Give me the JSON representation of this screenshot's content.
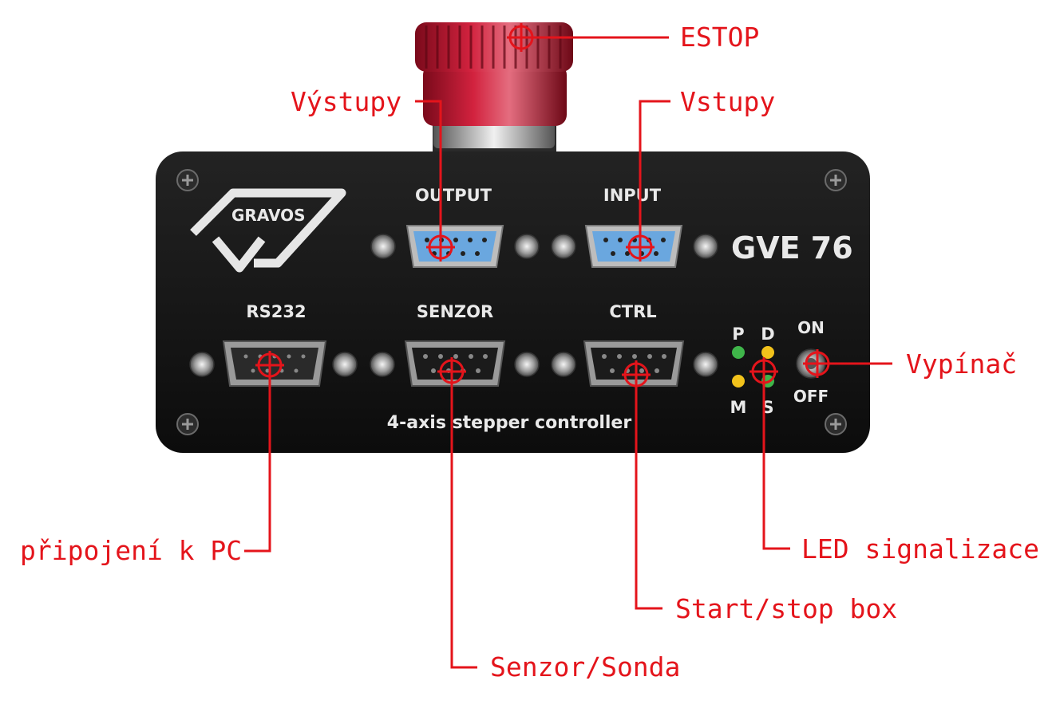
{
  "device": {
    "brand": "GRAVOS",
    "model": "GVE 76",
    "subtitle": "4-axis stepper controller",
    "connectors": {
      "output": "OUTPUT",
      "input": "INPUT",
      "rs232": "RS232",
      "senzor": "SENZOR",
      "ctrl": "CTRL"
    },
    "leds": {
      "p": "P",
      "d": "D",
      "m": "M",
      "s": "S"
    },
    "switch": {
      "on": "ON",
      "off": "OFF"
    }
  },
  "callouts": {
    "estop": "ESTOP",
    "vystupy": "Výstupy",
    "vstupy": "Vstupy",
    "vypinac": "Vypínač",
    "pc": "připojení k PC",
    "led": "LED signalizace",
    "startstop": "Start/stop box",
    "senzor": "Senzor/Sonda"
  },
  "colors": {
    "callout_red": "#e4141b",
    "panel_black": "#141414",
    "estop_red": "#b3112c",
    "db9_blue": "#6aa7df",
    "led_green": "#3fb54a",
    "led_yellow": "#f2c21b"
  }
}
